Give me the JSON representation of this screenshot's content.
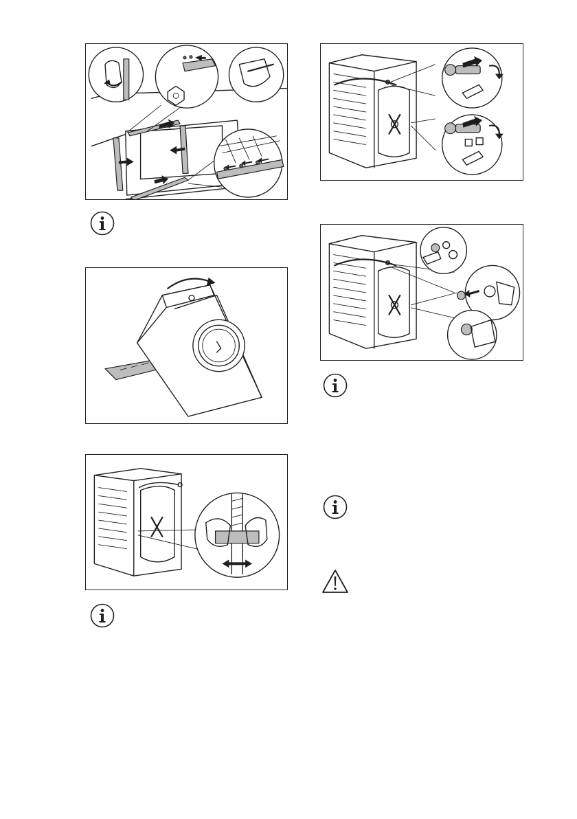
{
  "figures": [
    {
      "id": "fig-remove-transit-brackets",
      "caption": ""
    },
    {
      "id": "fig-tilt-machine",
      "caption": ""
    },
    {
      "id": "fig-release-hose-clips",
      "caption": ""
    },
    {
      "id": "fig-remove-bolts-spacers",
      "caption": ""
    },
    {
      "id": "fig-insert-hole-caps",
      "caption": ""
    }
  ],
  "notes": [
    {
      "icon": "info-icon",
      "text": ""
    },
    {
      "icon": "info-icon",
      "text": ""
    },
    {
      "icon": "info-icon",
      "text": ""
    },
    {
      "icon": "info-icon",
      "text": ""
    },
    {
      "icon": "warning-icon",
      "text": ""
    }
  ]
}
